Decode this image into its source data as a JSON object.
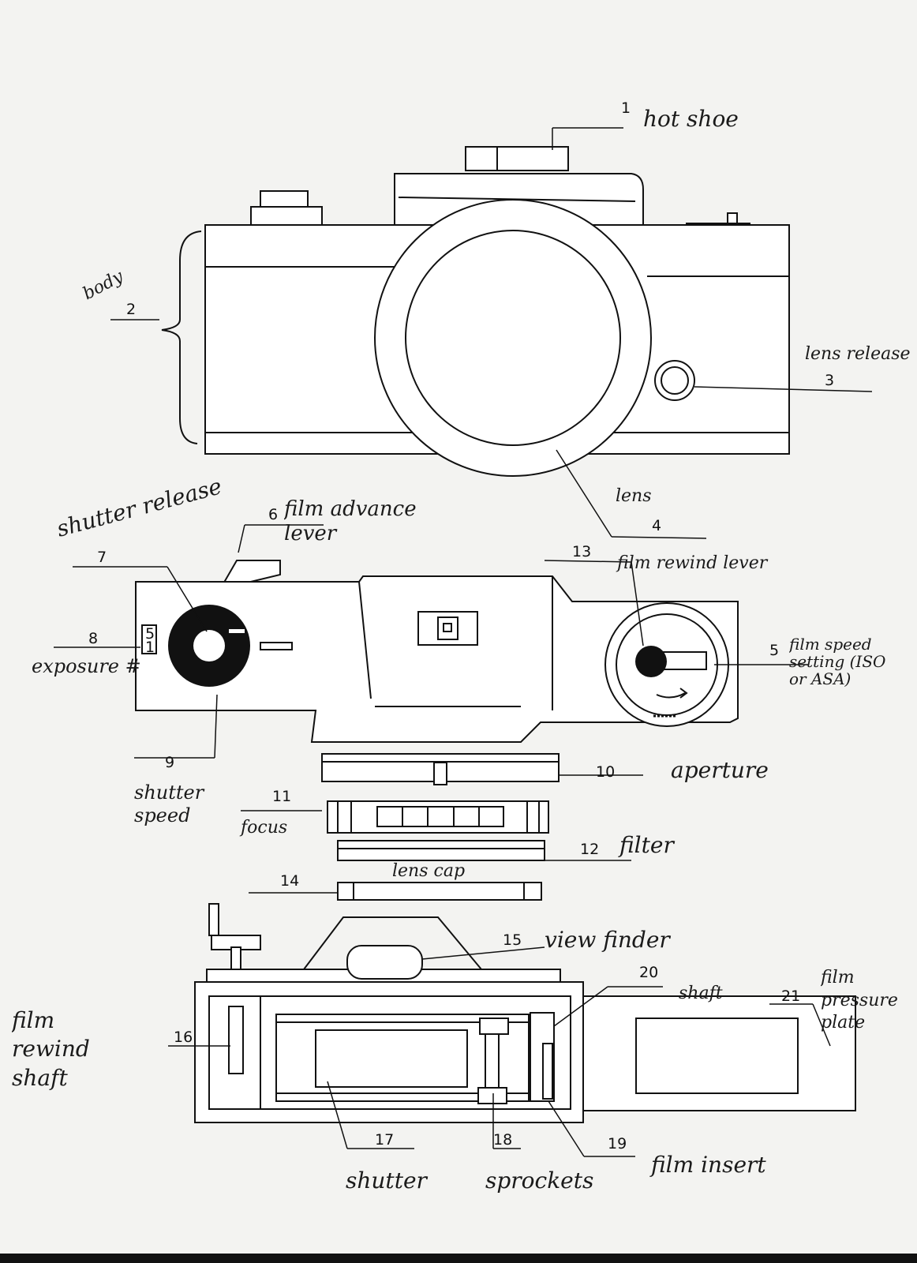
{
  "labels": [
    {
      "key": "hot_shoe",
      "number": "1",
      "text": "hot shoe"
    },
    {
      "key": "body",
      "number": "2",
      "text": "body"
    },
    {
      "key": "lens_release",
      "number": "3",
      "text": "lens release"
    },
    {
      "key": "lens",
      "number": "4",
      "text": "lens"
    },
    {
      "key": "film_speed",
      "number": "5",
      "text": "film speed setting (ISO or ASA)"
    },
    {
      "key": "film_advance",
      "number": "6",
      "text": "film advance lever"
    },
    {
      "key": "shutter_release",
      "number": "7",
      "text": "shutter release"
    },
    {
      "key": "exposure",
      "number": "8",
      "text": "exposure #"
    },
    {
      "key": "shutter_speed",
      "number": "9",
      "text": "shutter speed"
    },
    {
      "key": "aperture",
      "number": "10",
      "text": "aperture"
    },
    {
      "key": "focus",
      "number": "11",
      "text": "focus"
    },
    {
      "key": "filter",
      "number": "12",
      "text": "filter"
    },
    {
      "key": "rewind_lever",
      "number": "13",
      "text": "film rewind lever"
    },
    {
      "key": "lens_cap",
      "number": "14",
      "text": "lens cap"
    },
    {
      "key": "view_finder",
      "number": "15",
      "text": "view finder"
    },
    {
      "key": "rewind_shaft",
      "number": "16",
      "text": "film rewind shaft"
    },
    {
      "key": "shutter",
      "number": "17",
      "text": "shutter"
    },
    {
      "key": "sprockets",
      "number": "18",
      "text": "sprockets"
    },
    {
      "key": "film_insert",
      "number": "19",
      "text": "film insert"
    },
    {
      "key": "shaft",
      "number": "20",
      "text": "shaft"
    },
    {
      "key": "pressure_plate",
      "number": "21",
      "text": "film pressure plate"
    }
  ],
  "counter_digits": [
    "5",
    "1"
  ],
  "colors": {
    "ink": "#111111",
    "paper": "#f3f3f1",
    "ghost": "#d2d2ce"
  }
}
